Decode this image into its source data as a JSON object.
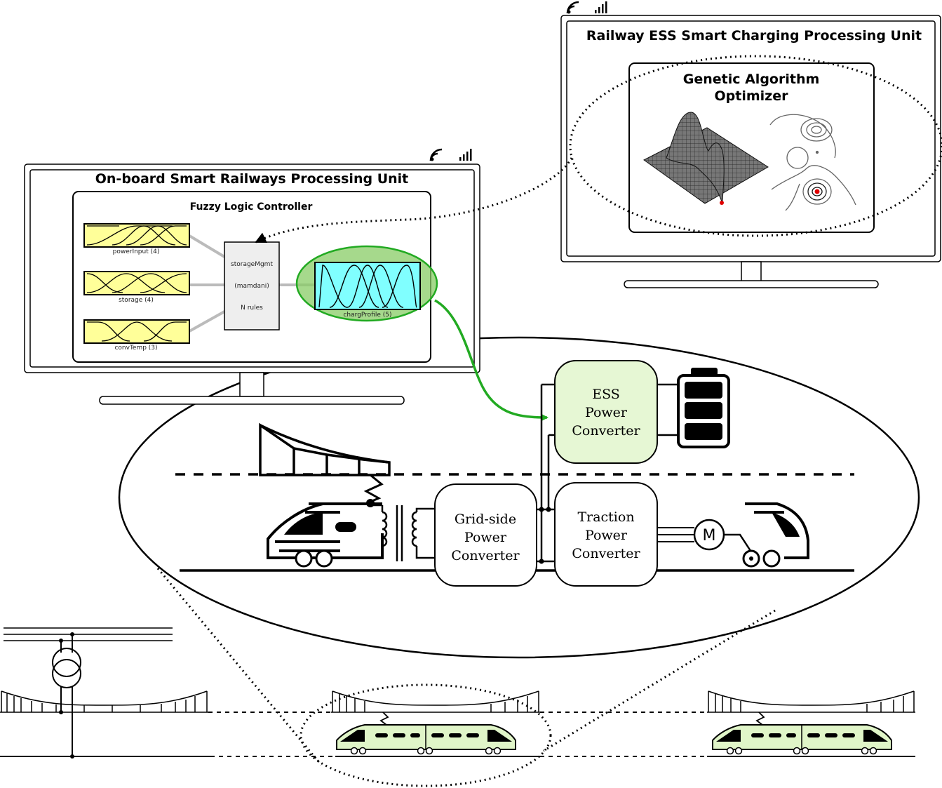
{
  "onboard_unit": {
    "title": "On-board Smart Railways Processing Unit",
    "controller_title": "Fuzzy Logic Controller",
    "inputs": [
      {
        "label": "powerInput (4)"
      },
      {
        "label": "storage (4)"
      },
      {
        "label": "convTemp (3)"
      }
    ],
    "rule_block": {
      "line1": "storageMgmt",
      "line2": "(mamdani)",
      "line3": "N rules"
    },
    "output": {
      "label": "chargProfile (5)"
    }
  },
  "remote_unit": {
    "title": "Railway ESS Smart Charging Processing Unit",
    "optimizer_line1": "Genetic Algorithm",
    "optimizer_line2": "Optimizer"
  },
  "converters": {
    "ess": [
      "ESS",
      "Power",
      "Converter"
    ],
    "grid": [
      "Grid-side",
      "Power",
      "Converter"
    ],
    "traction": [
      "Traction",
      "Power",
      "Converter"
    ]
  },
  "motor_label": "M",
  "colors": {
    "input_fill": "#ffff99",
    "output_fill": "#80ffff",
    "highlight_green": "#22aa22",
    "ess_fill": "#e6f7d4",
    "train_fill": "#e0f5c8"
  }
}
